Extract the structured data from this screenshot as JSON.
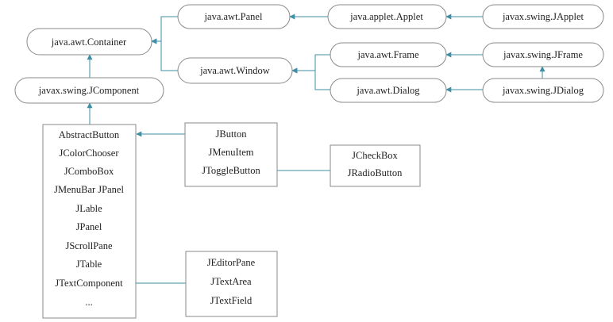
{
  "colors": {
    "edge": "#3f8fa6",
    "border": "#8a8a8a",
    "text": "#222222",
    "background": "#ffffff"
  },
  "nodes": {
    "java_awt_container": "java.awt.Container",
    "javax_swing_jcomponent": "javax.swing.JComponent",
    "java_awt_panel": "java.awt.Panel",
    "java_applet_applet": "java.applet.Applet",
    "javax_swing_japplet": "javax.swing.JApplet",
    "java_awt_window": "java.awt.Window",
    "java_awt_frame": "java.awt.Frame",
    "javax_swing_jframe": "javax.swing.JFrame",
    "java_awt_dialog": "java.awt.Dialog",
    "javax_swing_jdialog": "javax.swing.JDialog"
  },
  "jcomponent_subclasses": [
    "AbstractButton",
    "JColorChooser",
    "JComboBox",
    "JMenuBar JPanel",
    "JLable",
    "JPanel",
    "JScrollPane",
    "JTable",
    "JTextComponent",
    "..."
  ],
  "abstractbutton_subclasses": [
    "JButton",
    "JMenuItem",
    "JToggleButton"
  ],
  "jtogglebutton_subclasses": [
    "JCheckBox",
    "JRadioButton"
  ],
  "jtextcomponent_subclasses": [
    "JEditorPane",
    "JTextArea",
    "JTextField"
  ]
}
